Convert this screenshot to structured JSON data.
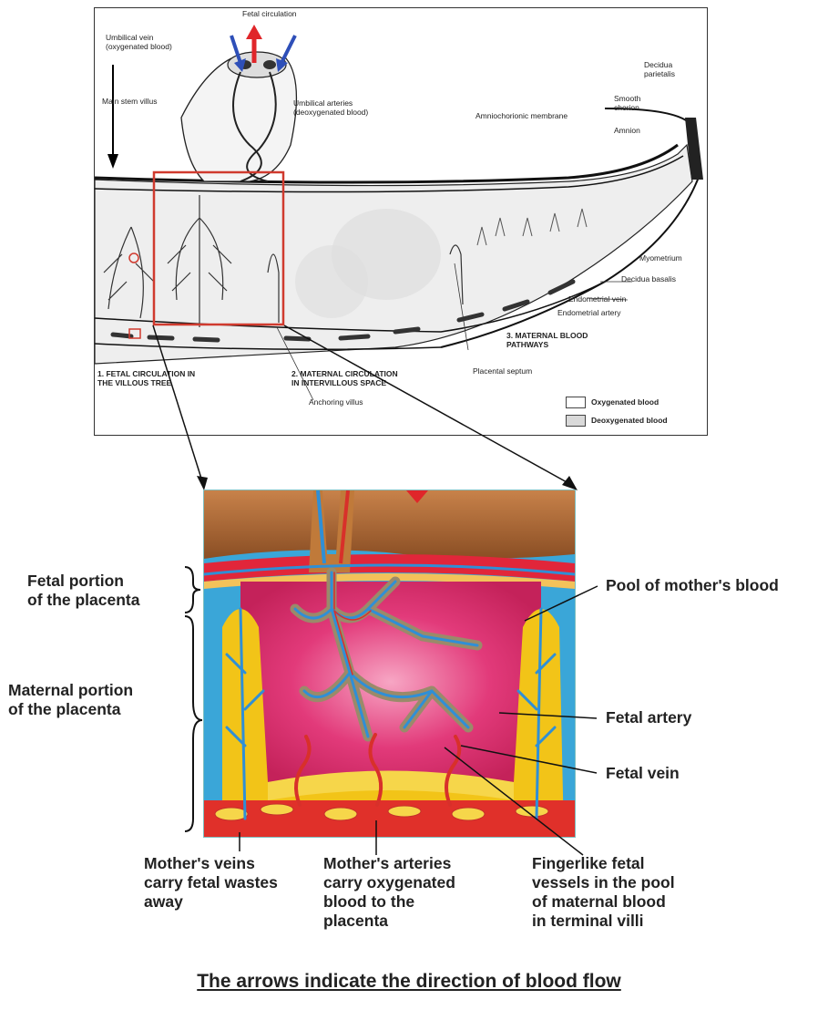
{
  "top_diagram": {
    "labels": {
      "fetal_circulation": "Fetal circulation",
      "umbilical_vein": "Umbilical vein\n(oxygenated blood)",
      "main_stem_villus": "Main stem villus",
      "umbilical_arteries": "Umbilical arteries\n(deoxygenated blood)",
      "amniochorionic_membrane": "Amniochorionic membrane",
      "smooth_chorion": "Smooth\nchorion",
      "amnion": "Amnion",
      "decidua_parietalis": "Decidua\nparietalis",
      "myometrium": "Myometrium",
      "decidua_basalis": "Decidua basalis",
      "endometrial_vein": "Endometrial vein",
      "endometrial_artery": "Endometrial artery",
      "maternal_blood_pathways": "3. MATERNAL BLOOD\nPATHWAYS",
      "fetal_circulation_villous": "1. FETAL CIRCULATION IN\nTHE VILLOUS TREE",
      "maternal_circulation_intervillous": "2. MATERNAL CIRCULATION\nIN INTERVILLOUS SPACE",
      "placental_septum": "Placental septum",
      "anchoring_villus": "Anchoring villus"
    },
    "legend": [
      {
        "label": "Oxygenated blood",
        "color": "#ffffff"
      },
      {
        "label": "Deoxygenated blood",
        "color": "#d9d9d9"
      }
    ]
  },
  "bottom_diagram": {
    "left_labels": {
      "fetal_portion": "Fetal portion\nof the placenta",
      "maternal_portion": "Maternal portion\nof the placenta"
    },
    "right_labels": {
      "pool": "Pool of mother's blood",
      "fetal_artery": "Fetal artery",
      "fetal_vein": "Fetal vein"
    },
    "bottom_labels": {
      "mothers_veins": "Mother's veins\ncarry fetal wastes\naway",
      "mothers_arteries": "Mother's arteries\ncarry oxygenated\nblood to the\nplacenta",
      "fingerlike": "Fingerlike fetal\nvessels in the pool\nof maternal blood\nin terminal villi"
    }
  },
  "caption": "The arrows indicate the direction of blood flow",
  "colors": {
    "highlight_red": "#d03a2e",
    "fetal_arrow_red": "#e0262a",
    "fetal_arrow_blue": "#2e4fb8",
    "maternal_pink": "#e23a7a",
    "villi_yellow": "#f2c418",
    "vessel_blue": "#2f8fd6"
  }
}
